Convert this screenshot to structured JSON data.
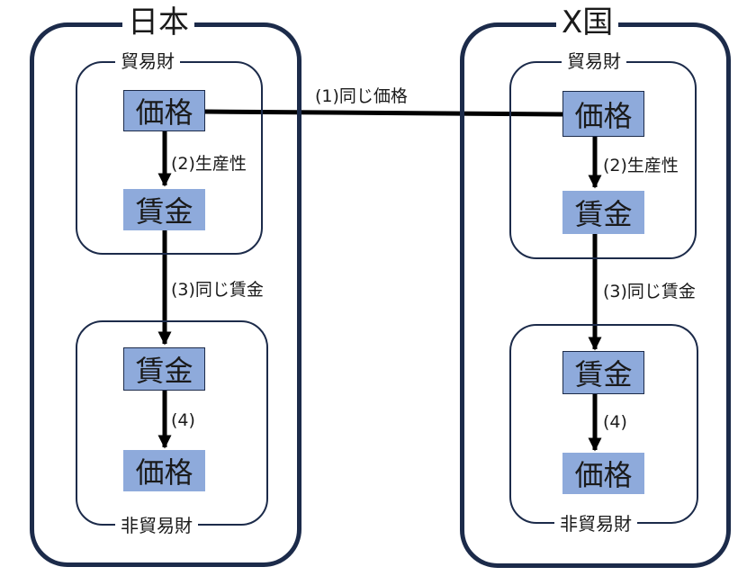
{
  "japan": {
    "title": "日本",
    "traded_label": "貿易財",
    "nontraded_label": "非貿易財",
    "traded_price": "価格",
    "traded_wage": "賃金",
    "nontraded_wage": "賃金",
    "nontraded_price": "価格",
    "step2": "(2)生産性",
    "step3": "(3)同じ賃金",
    "step4": "(4)"
  },
  "x_country": {
    "title": "X国",
    "traded_label": "貿易財",
    "nontraded_label": "非貿易財",
    "traded_price": "価格",
    "traded_wage": "賃金",
    "nontraded_wage": "賃金",
    "nontraded_price": "価格",
    "step2": "(2)生産性",
    "step3": "(3)同じ賃金",
    "step4": "(4)"
  },
  "link_label": "(1)同じ価格",
  "colors": {
    "frame": "#1c2b4a",
    "box": "#8eaadb",
    "arrow": "#000000"
  }
}
